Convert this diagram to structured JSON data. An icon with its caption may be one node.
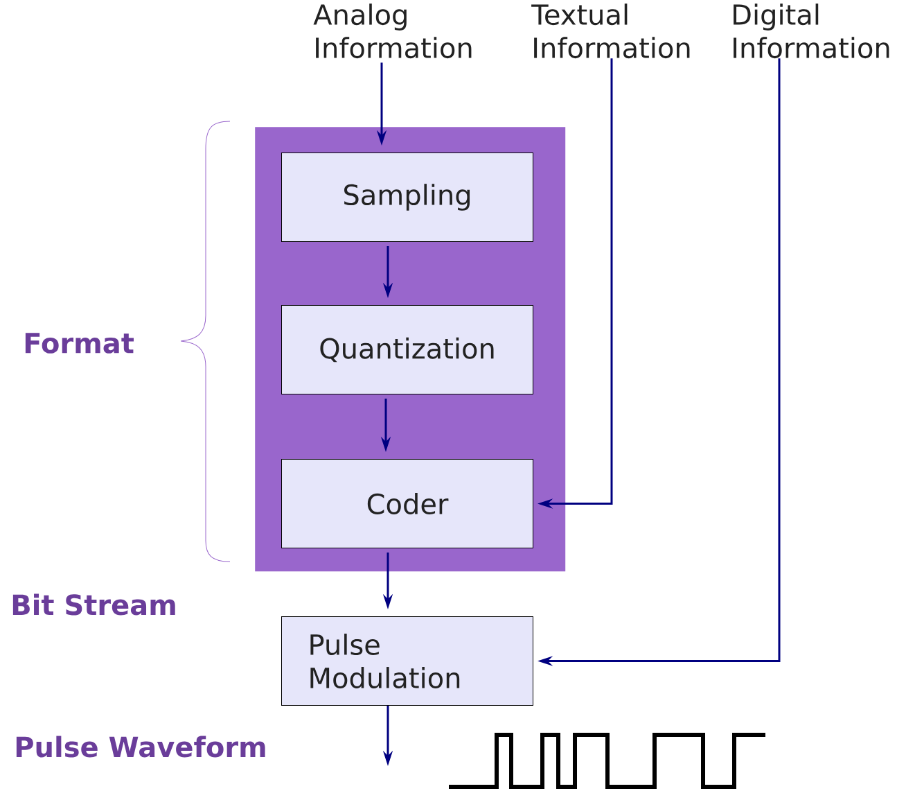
{
  "diagram": {
    "nodes": [
      {
        "text": [
          "Analog Information"
        ]
      },
      {
        "text": [
          "Textual Information"
        ]
      },
      {
        "text": [
          "Digital Information"
        ]
      },
      {
        "text": [],
        "shape": "box"
      },
      {
        "text": [
          "Sampling"
        ],
        "in": 3
      },
      {
        "text": [
          "Quantization"
        ],
        "in": 3
      },
      {
        "text": [
          "Coder"
        ],
        "in": 3
      },
      {
        "text": [
          "Pulse Modulation"
        ]
      }
    ],
    "edges": [
      {
        "from": 0,
        "to": 4,
        "arrow": "to"
      },
      {
        "from": 4,
        "to": 5,
        "arrow": "to"
      },
      {
        "from": 5,
        "to": 6,
        "arrow": "to"
      },
      {
        "from": 1,
        "to": 6,
        "arrow": "to"
      },
      {
        "from": 6,
        "to": 7,
        "arrow": "to"
      },
      {
        "from": 2,
        "to": 7,
        "arrow": "to"
      },
      {
        "from": 7,
        "to": null,
        "arrow": "to"
      }
    ],
    "labels": [
      "Format",
      "Bit Stream",
      "Pulse Waveform"
    ]
  }
}
